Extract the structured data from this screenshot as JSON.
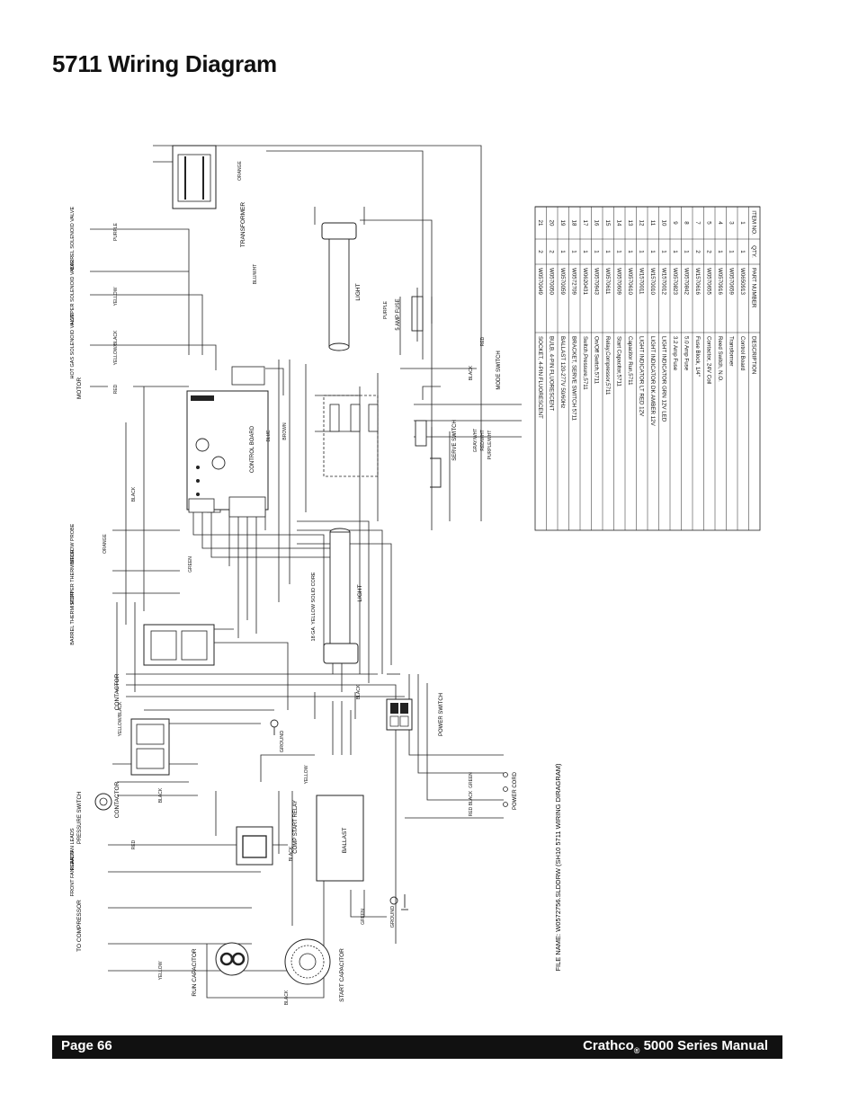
{
  "title": "5711 Wiring Diagram",
  "footer": {
    "page": "Page 66",
    "brand": "Crathco",
    "reg_mark": "®",
    "manual": "5000 Series Manual"
  },
  "file_name": "FILE NAME: W0572756.SLDDRW (SH10 5711 WIRING DIRAGRAM)",
  "components": {
    "transformer": "TRANSFORMER",
    "control_board": "CONTROL BOARD",
    "light_top": "LIGHT",
    "light_bottom": "LIGHT",
    "fuse": "5 AMP FUSE",
    "serve_switch": "SERVE SWITCH",
    "mode_switch": "MODE SWITCH",
    "power_switch": "POWER SWITCH",
    "power_cord": "POWER CORD",
    "ballast": "BALLAST",
    "start_relay": "COMP START RELAY",
    "run_capacitor": "RUN CAPACITOR",
    "start_capacitor": "START CAPACITOR",
    "contactor_top": "CONTACTOR",
    "contactor_bottom": "CONTACTOR",
    "pressure_switch": "PRESSURE SWITCH",
    "motor": "MOTOR",
    "to_compressor": "TO COMPRESSOR",
    "barrel_valve": "BARREL SOLENOID VALVE",
    "hopper_valve": "HOPPER SOLENOID VALVE",
    "hotgas_valve": "HOT GAS SOLENOID VALVE",
    "mellow_probe": "MELLOW PROBE",
    "hopper_thermistor": "HOPPER THERMISTOR",
    "barrel_thermistor": "BARREL THERMISTOR",
    "rear_fan": "REAR FAN LEADS",
    "front_fan": "FRONT FAN LEADS",
    "ground_1": "GROUND",
    "ground_2": "GROUND",
    "yellow_core": "18 GA. YELLOW SOLID CORE"
  },
  "wire_labels": {
    "red": "RED",
    "black": "BLACK",
    "blue": "BLUE",
    "yellow": "YELLOW",
    "orange": "ORANGE",
    "purple": "PURPLE",
    "brown": "BROWN",
    "green": "GREEN",
    "blu_wht": "BLU/WHT",
    "yel_blk": "YELLOW/BLACK",
    "gray_wht": "GRAY/WHT",
    "red_wht": "RED/WHT",
    "purple_wht": "PURPLE/WHT"
  },
  "parts_table": {
    "headers": [
      "ITEM NO.",
      "QTY.",
      "PART NUMBER",
      "DESCRIPTION"
    ],
    "rows": [
      [
        "1",
        "1",
        "W0650913",
        "Control Board"
      ],
      [
        "3",
        "1",
        "W0570659",
        "Transformer"
      ],
      [
        "4",
        "1",
        "W0570916",
        "Reed Switch, N.O."
      ],
      [
        "5",
        "2",
        "W0570655",
        "Contactor, 24V Coil"
      ],
      [
        "7",
        "2",
        "W1570616",
        "Fuse Block, 1/4\""
      ],
      [
        "8",
        "1",
        "W0570842",
        "5.0 Amp Fuse"
      ],
      [
        "9",
        "1",
        "W0570823",
        "3.2 Amp Fuse"
      ],
      [
        "10",
        "1",
        "W1570012",
        "LIGHT INDICATOR GRN 12V LED"
      ],
      [
        "11",
        "1",
        "W1570010",
        "LIGHT INDICATOR DK AMBER 12V"
      ],
      [
        "12",
        "1",
        "W1570011",
        "LIGHT INDICATOR LT RED 12V"
      ],
      [
        "13",
        "1",
        "W0570610",
        "Capacitor Run,5711"
      ],
      [
        "14",
        "1",
        "W0570609",
        "Start Capacitor,5711"
      ],
      [
        "15",
        "1",
        "W0570611",
        "Relay,Compressor,5711"
      ],
      [
        "16",
        "1",
        "W0570943",
        "On/Off Switch,5711"
      ],
      [
        "17",
        "1",
        "W0620431",
        "Switch,Pressure,5711"
      ],
      [
        "18",
        "1",
        "W0572709",
        "BRACKET, SERVE SWITCH 5711"
      ],
      [
        "19",
        "1",
        "W0570059",
        "BALLAST 120-277V 50/60Hz"
      ],
      [
        "20",
        "2",
        "W0570050",
        "BULB, 4-PIN FLUORESCENT"
      ],
      [
        "21",
        "2",
        "W0570049",
        "SOCKET, 4-PIN FLUORESCENT"
      ]
    ]
  }
}
